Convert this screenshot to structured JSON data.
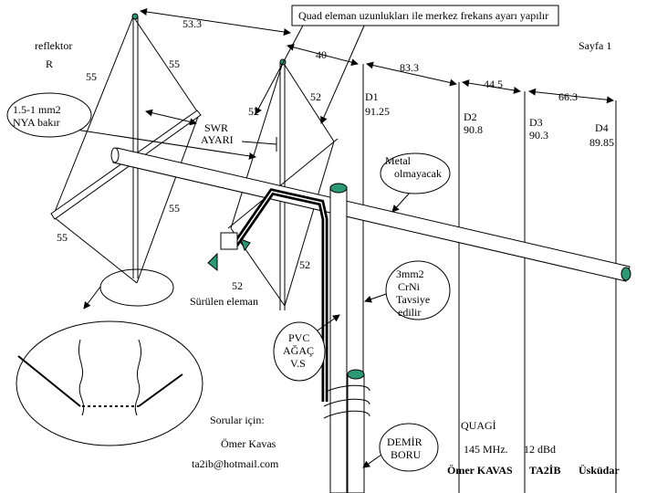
{
  "labels": {
    "title": "Quad eleman uzunlukları ile merkez frekans ayarı yapılır",
    "reflector": "reflektor",
    "reflector_r": "R",
    "page": "Sayfa 1",
    "swr_1": "SWR",
    "swr_2": "AYARI",
    "driven_element": "Sürülen eleman"
  },
  "dims": {
    "reflector_driven": "53.3",
    "driven_d1": "40",
    "d1_d2": "83.3",
    "d2_d3": "44.5",
    "d3_d4": "66.3"
  },
  "sides": {
    "reflector": "55",
    "driven": "52"
  },
  "directors": [
    {
      "name": "D1",
      "freq": "91.25"
    },
    {
      "name": "D2",
      "freq": "90.8"
    },
    {
      "name": "D3",
      "freq": "90.3"
    },
    {
      "name": "D4",
      "freq": "89.85"
    }
  ],
  "bubbles": {
    "nya": [
      "1.5-1 mm2",
      "NYA bakır"
    ],
    "metal": [
      "Metal",
      "olmayacak"
    ],
    "crni": [
      "3mm2",
      "CrNi",
      "Tavsiye",
      "edilir"
    ],
    "pvc": [
      "PVC",
      "AĞAÇ",
      "V.S"
    ],
    "demir": [
      "DEMİR",
      "BORU"
    ]
  },
  "contact": {
    "heading": "Sorular için:",
    "name": "Ömer Kavas",
    "email": "ta2ib@hotmail.com"
  },
  "antenna": {
    "type": "QUAGİ",
    "band": "145  MHz.",
    "gain": "12  dBd",
    "author": "Ömer KAVAS",
    "callsign": "TA2İB",
    "location": "Üsküdar"
  }
}
